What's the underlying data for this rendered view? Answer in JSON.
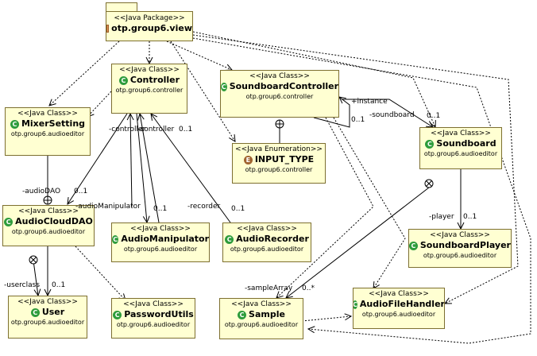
{
  "package": {
    "stereotype": "<<Java Package>>",
    "name": "otp.group6.view"
  },
  "classes": {
    "controller": {
      "stereotype": "<<Java Class>>",
      "name": "Controller",
      "package": "otp.group6.controller",
      "icon": "class-icon"
    },
    "soundboard_controller": {
      "stereotype": "<<Java Class>>",
      "name": "SoundboardController",
      "package": "otp.group6.controller",
      "icon": "class-icon"
    },
    "mixer_setting": {
      "stereotype": "<<Java Class>>",
      "name": "MixerSetting",
      "package": "otp.group6.audioeditor",
      "icon": "class-icon"
    },
    "input_type": {
      "stereotype": "<<Java Enumeration>>",
      "name": "INPUT_TYPE",
      "package": "otp.group6.controller",
      "icon": "enum-icon"
    },
    "soundboard": {
      "stereotype": "<<Java Class>>",
      "name": "Soundboard",
      "package": "otp.group6.audioeditor",
      "icon": "class-icon"
    },
    "audio_cloud_dao": {
      "stereotype": "<<Java Class>>",
      "name": "AudioCloudDAO",
      "package": "otp.group6.audioeditor",
      "icon": "class-icon"
    },
    "audio_manipulator": {
      "stereotype": "<<Java Class>>",
      "name": "AudioManipulator",
      "package": "otp.group6.audioeditor",
      "icon": "class-icon"
    },
    "audio_recorder": {
      "stereotype": "<<Java Class>>",
      "name": "AudioRecorder",
      "package": "otp.group6.audioeditor",
      "icon": "class-icon"
    },
    "soundboard_player": {
      "stereotype": "<<Java Class>>",
      "name": "SoundboardPlayer",
      "package": "otp.group6.audioeditor",
      "icon": "class-icon"
    },
    "user": {
      "stereotype": "<<Java Class>>",
      "name": "User",
      "package": "otp.group6.audioeditor",
      "icon": "class-icon"
    },
    "password_utils": {
      "stereotype": "<<Java Class>>",
      "name": "PasswordUtils",
      "package": "otp.group6.audioeditor",
      "icon": "class-icon"
    },
    "sample": {
      "stereotype": "<<Java Class>>",
      "name": "Sample",
      "package": "otp.group6.audioeditor",
      "icon": "class-icon"
    },
    "audio_file_handler": {
      "stereotype": "<<Java Class>>",
      "name": "AudioFileHandler",
      "package": "otp.group6.audioeditor",
      "icon": "class-icon"
    }
  },
  "labels": {
    "instance": "+instance",
    "instance_mult": "0..1",
    "soundboard_role": "-soundboard",
    "soundboard_mult": "0..1",
    "controller_role_a": "-controller",
    "controller_role_b": "-controller",
    "controller_mult": "0..1",
    "audio_dao_role": "-audioDAO",
    "audio_dao_mult": "0..1",
    "audio_manipulator_role": "-audioManipulator",
    "audio_manipulator_mult": "0..1",
    "recorder_role": "-recorder",
    "recorder_mult": "0..1",
    "player_role": "-player",
    "player_mult": "0..1",
    "userclass_role": "-userclass",
    "userclass_mult": "0..1",
    "sample_array_role": "-sampleArray",
    "sample_array_mult": "0..*"
  }
}
